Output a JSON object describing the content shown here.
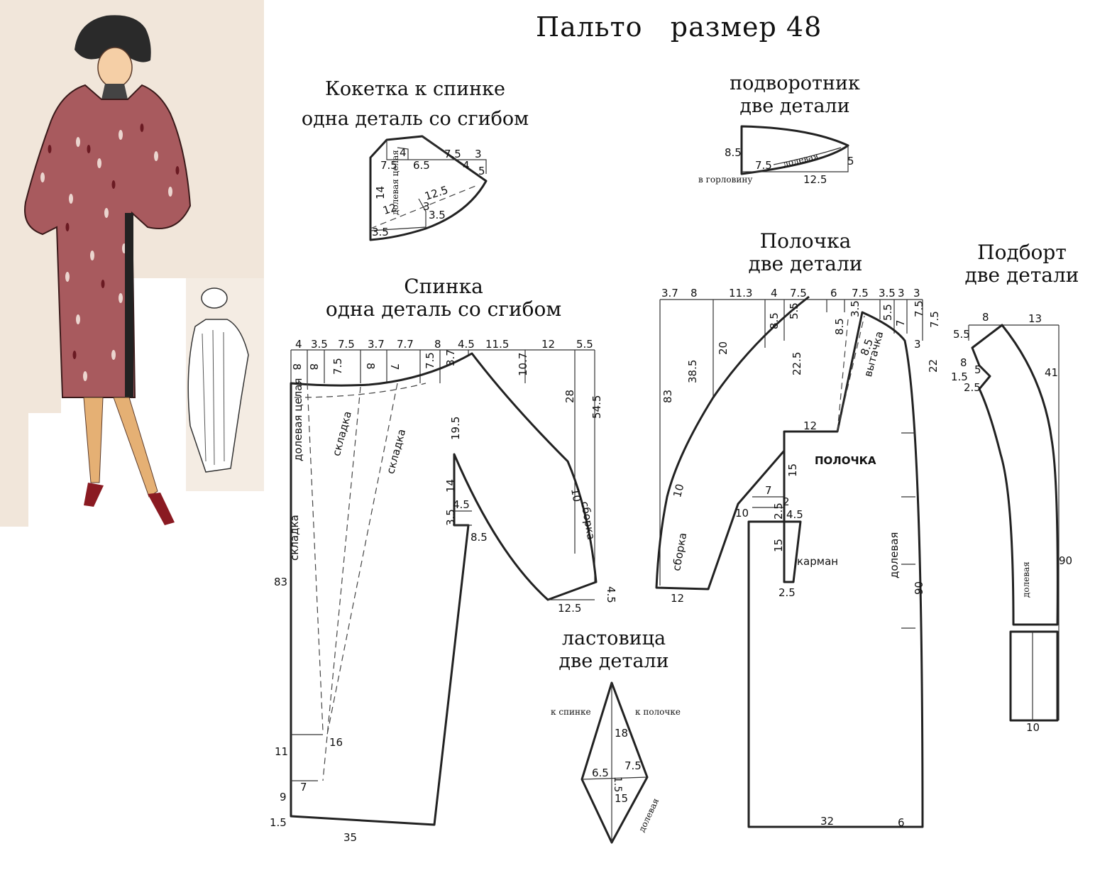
{
  "title": "Пальто   размер 48",
  "pieces": {
    "yoke": {
      "title1": "Кокетка к спинке",
      "title2": "одна деталь со сгибом",
      "fold_label": "долевая целая"
    },
    "undercollar": {
      "title1": "подворотник",
      "title2": "две детали",
      "grain_label": "долевая",
      "neck_label": "в горловину"
    },
    "front": {
      "title1": "Полочка",
      "title2": "две детали",
      "piece_label": "ПОЛОЧКА",
      "dart_label": "вытачка",
      "gather_label": "сборка",
      "pocket_label": "карман",
      "grain_label": "долевая"
    },
    "facing": {
      "title1": "Подборт",
      "title2": "две детали",
      "grain_label": "долевая"
    },
    "back": {
      "title1": "Спинка",
      "title2": "одна деталь со сгибом",
      "pleat_label": "складка",
      "fold_label": "долевая целая",
      "gather_label": "сборка"
    },
    "gusset": {
      "title1": "ластовица",
      "title2": "две детали",
      "to_back": "к спинке",
      "to_front": "к полочке",
      "grain_label": "долевая"
    }
  },
  "measurements": {
    "yoke": [
      "4",
      "7.5",
      "3",
      "7.5",
      "6.5",
      "4",
      "5",
      "14",
      "12.5",
      "12",
      "3",
      "3.5",
      "3.5"
    ],
    "undercollar": [
      "8.5",
      "7.5",
      "5",
      "12.5"
    ],
    "back_top": [
      "4",
      "3.5",
      "7.5",
      "3.7",
      "7.7",
      "8",
      "4.5",
      "11.5",
      "12",
      "5.5"
    ],
    "back_body": [
      "8",
      "8",
      "7.5",
      "8",
      "7",
      "7.5",
      "3.7",
      "10.7",
      "28",
      "54.5",
      "19.5",
      "14",
      "4.5",
      "3.5",
      "8.5",
      "10",
      "4.5",
      "12.5",
      "83",
      "16",
      "11",
      "9",
      "7",
      "1.5",
      "35"
    ],
    "front_top": [
      "3.7",
      "8",
      "11.3",
      "4",
      "7.5",
      "6",
      "7.5",
      "3.5",
      "3",
      "3"
    ],
    "front_body": [
      "5.5",
      "8.5",
      "3.5",
      "8.5",
      "5.5",
      "7",
      "7.5",
      "7.5",
      "8.5",
      "3",
      "22",
      "83",
      "38.5",
      "20",
      "22.5",
      "12",
      "15",
      "7",
      "2",
      "10",
      "10",
      "2.5",
      "4.5",
      "15",
      "2.5",
      "12",
      "90",
      "32",
      "6"
    ],
    "facing": [
      "8",
      "13",
      "5.5",
      "8",
      "5",
      "1.5",
      "2.5",
      "41",
      "90",
      "10"
    ],
    "gusset": [
      "18",
      "6.5",
      "7.5",
      "1.5",
      "15"
    ]
  }
}
